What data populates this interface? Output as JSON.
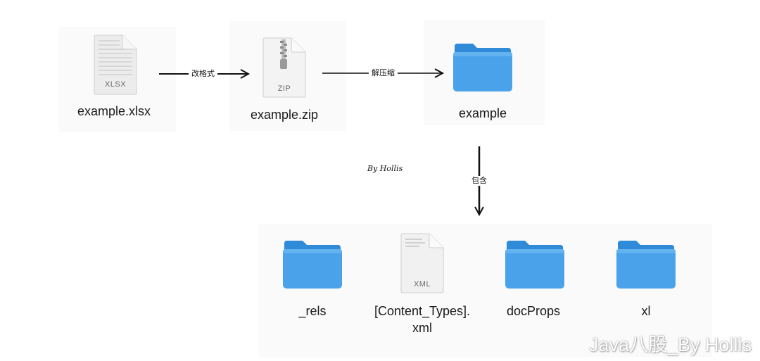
{
  "nodes": {
    "xlsx": {
      "name": "example.xlsx",
      "tag": "XLSX"
    },
    "zip": {
      "name": "example.zip",
      "tag": "ZIP"
    },
    "folder": {
      "name": "example"
    },
    "rels": {
      "name": "_rels"
    },
    "content_types": {
      "name_line1": "[Content_Types].",
      "name_line2": "xml",
      "tag": "XML"
    },
    "docprops": {
      "name": "docProps"
    },
    "xl": {
      "name": "xl"
    }
  },
  "edges": {
    "rename": "改格式",
    "unzip": "解压缩",
    "contains": "包含"
  },
  "byline": "By Hollis",
  "watermark": "Java八股_By Hollis",
  "colors": {
    "folder": "#4aa3ea",
    "folder_tab": "#2f8ad8",
    "doc": "#f1f1f1"
  }
}
